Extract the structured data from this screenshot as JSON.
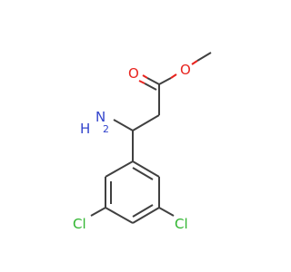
{
  "molecule": {
    "atoms": {
      "nh2_h": "H",
      "nh2_n": "N",
      "nh2_sub": "2",
      "o_ether": "O",
      "o_carbonyl": "O",
      "cl_left": "Cl",
      "cl_right": "Cl"
    }
  },
  "colors": {
    "bond": "#404040",
    "oxygen": "#e8231e",
    "nitrogen": "#3344cc",
    "chlorine": "#2fb52f"
  }
}
